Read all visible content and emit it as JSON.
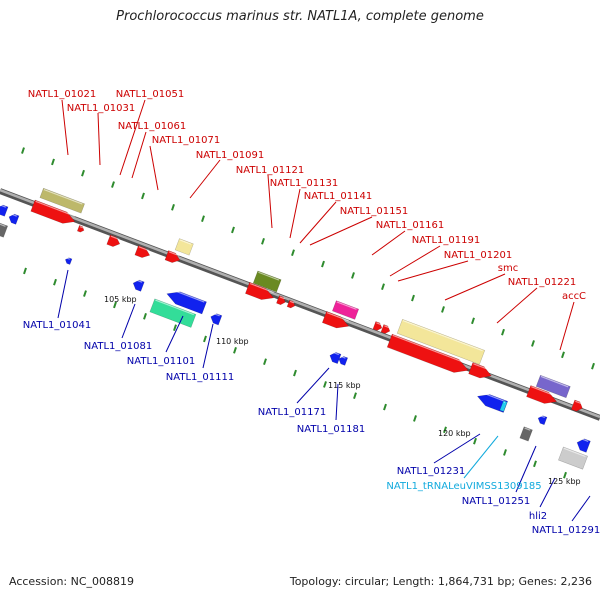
{
  "title": "Prochlorococcus marinus str. NATL1A, complete genome",
  "footer": {
    "accession": "Accession: NC_008819",
    "stats": "Topology: circular; Length: 1,864,731 bp; Genes: 2,236"
  },
  "colors": {
    "forward_gene": "#ee1111",
    "reverse_gene": "#1122ee",
    "label_forward": "#cc0000",
    "label_reverse": "#0000aa",
    "label_rna": "#11aadd",
    "backbone": "#888888",
    "tick": "#2e8b2e"
  },
  "scale_labels": [
    "105 kbp",
    "110 kbp",
    "115 kbp",
    "120 kbp",
    "125 kbp"
  ],
  "upper_labels": [
    "NATL1_01021",
    "NATL1_01031",
    "NATL1_01051",
    "NATL1_01061",
    "NATL1_01071",
    "NATL1_01091",
    "NATL1_01121",
    "NATL1_01131",
    "NATL1_01141",
    "NATL1_01151",
    "NATL1_01161",
    "NATL1_01191",
    "NATL1_01201",
    "smc",
    "NATL1_01221",
    "accC"
  ],
  "lower_labels": [
    "NATL1_01041",
    "NATL1_01081",
    "NATL1_01101",
    "NATL1_01111",
    "NATL1_01171",
    "NATL1_01181",
    "NATL1_01231",
    "NATL1_tRNALeuVIMSS1309185",
    "NATL1_01251",
    "hli2",
    "NATL1_01291"
  ]
}
